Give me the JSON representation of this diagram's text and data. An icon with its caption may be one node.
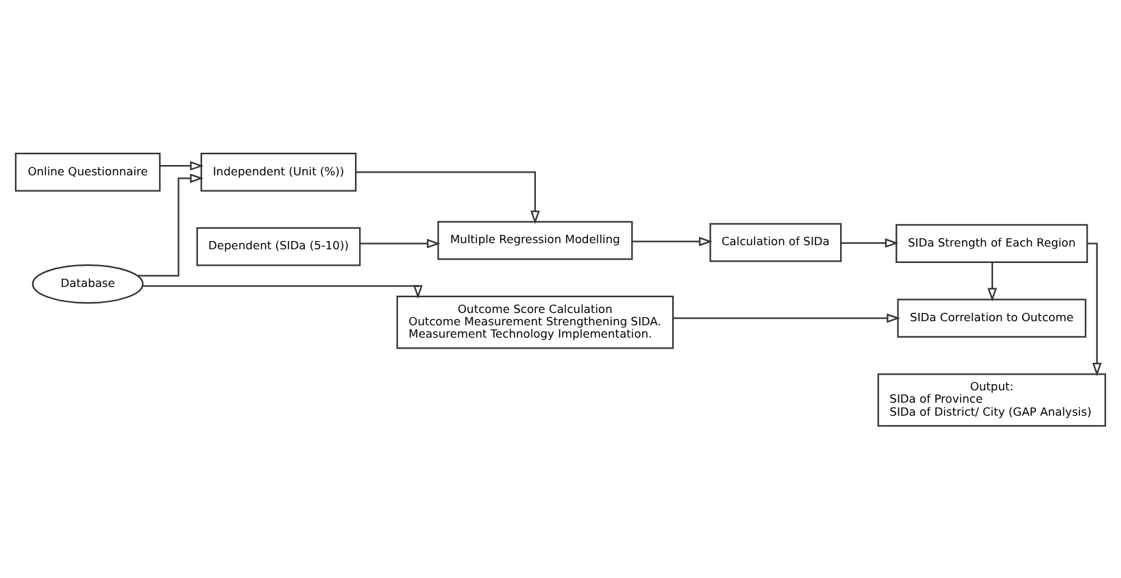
{
  "diagram": {
    "nodes": [
      {
        "text": [
          "Online Questionnaire"
        ]
      },
      {
        "text": [
          "Database"
        ]
      },
      {
        "text": [
          "Independent (Unit (%))"
        ]
      },
      {
        "text": [
          "Dependent (SIDa (5-10))"
        ]
      },
      {
        "text": [
          "Multiple Regression Modelling"
        ]
      },
      {
        "text": [
          "Calculation of SIDa"
        ]
      },
      {
        "text": [
          "SIDa Strength of Each Region"
        ]
      },
      {
        "text": [
          "Output:",
          "SIDa of Province",
          "SIDa of District/ City (GAP Analysis)"
        ]
      },
      {
        "text": [
          "Outcome Score Calculation",
          "Outcome Measurement Strengthening SIDA.",
          "Measurement Technology Implementation."
        ]
      },
      {
        "text": [
          "SIDa Correlation to Outcome"
        ]
      }
    ],
    "edges": [
      {
        "from": 0,
        "to": 2,
        "arrow": "to"
      },
      {
        "from": 1,
        "to": 2,
        "arrow": "to"
      },
      {
        "from": 2,
        "to": 4,
        "arrow": "to"
      },
      {
        "from": 3,
        "to": 4,
        "arrow": "to"
      },
      {
        "from": 4,
        "to": 5,
        "arrow": "to"
      },
      {
        "from": 5,
        "to": 6,
        "arrow": "to"
      },
      {
        "from": 6,
        "to": 7,
        "arrow": "to"
      },
      {
        "from": 6,
        "to": 9,
        "arrow": "to"
      },
      {
        "from": 1,
        "to": 8,
        "arrow": "to"
      },
      {
        "from": 8,
        "to": 9,
        "arrow": "to"
      }
    ]
  }
}
